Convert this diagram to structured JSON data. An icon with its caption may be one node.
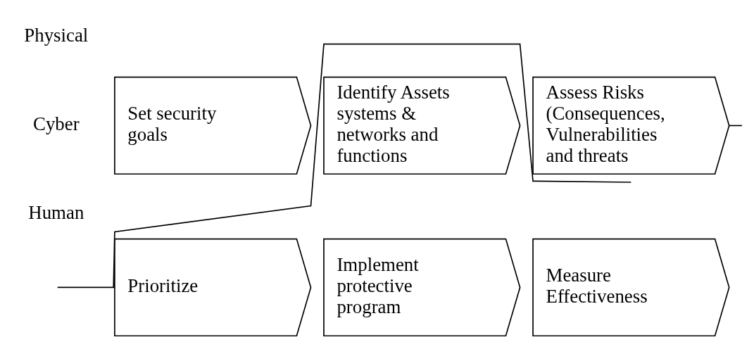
{
  "diagram": {
    "nodes": [
      {
        "text": [
          "Set security goals"
        ]
      },
      {
        "text": [
          "Identify Assets systems & networks and functions"
        ]
      },
      {
        "text": [
          "Assess Risks",
          "(Consequences, Vulnerabilities and threats"
        ]
      },
      {
        "text": [
          "Prioritize"
        ]
      },
      {
        "text": [
          "Implement protective program"
        ]
      },
      {
        "text": [
          "Measure Effectiveness"
        ]
      }
    ],
    "edges": [
      {
        "from": 2,
        "to": 3,
        "arrow": "none"
      },
      {
        "from": 2,
        "to": null,
        "arrow": "none"
      },
      {
        "from": null,
        "to": 3,
        "arrow": "none"
      }
    ],
    "labels": [
      "Physical",
      "Cyber",
      "Human"
    ]
  }
}
